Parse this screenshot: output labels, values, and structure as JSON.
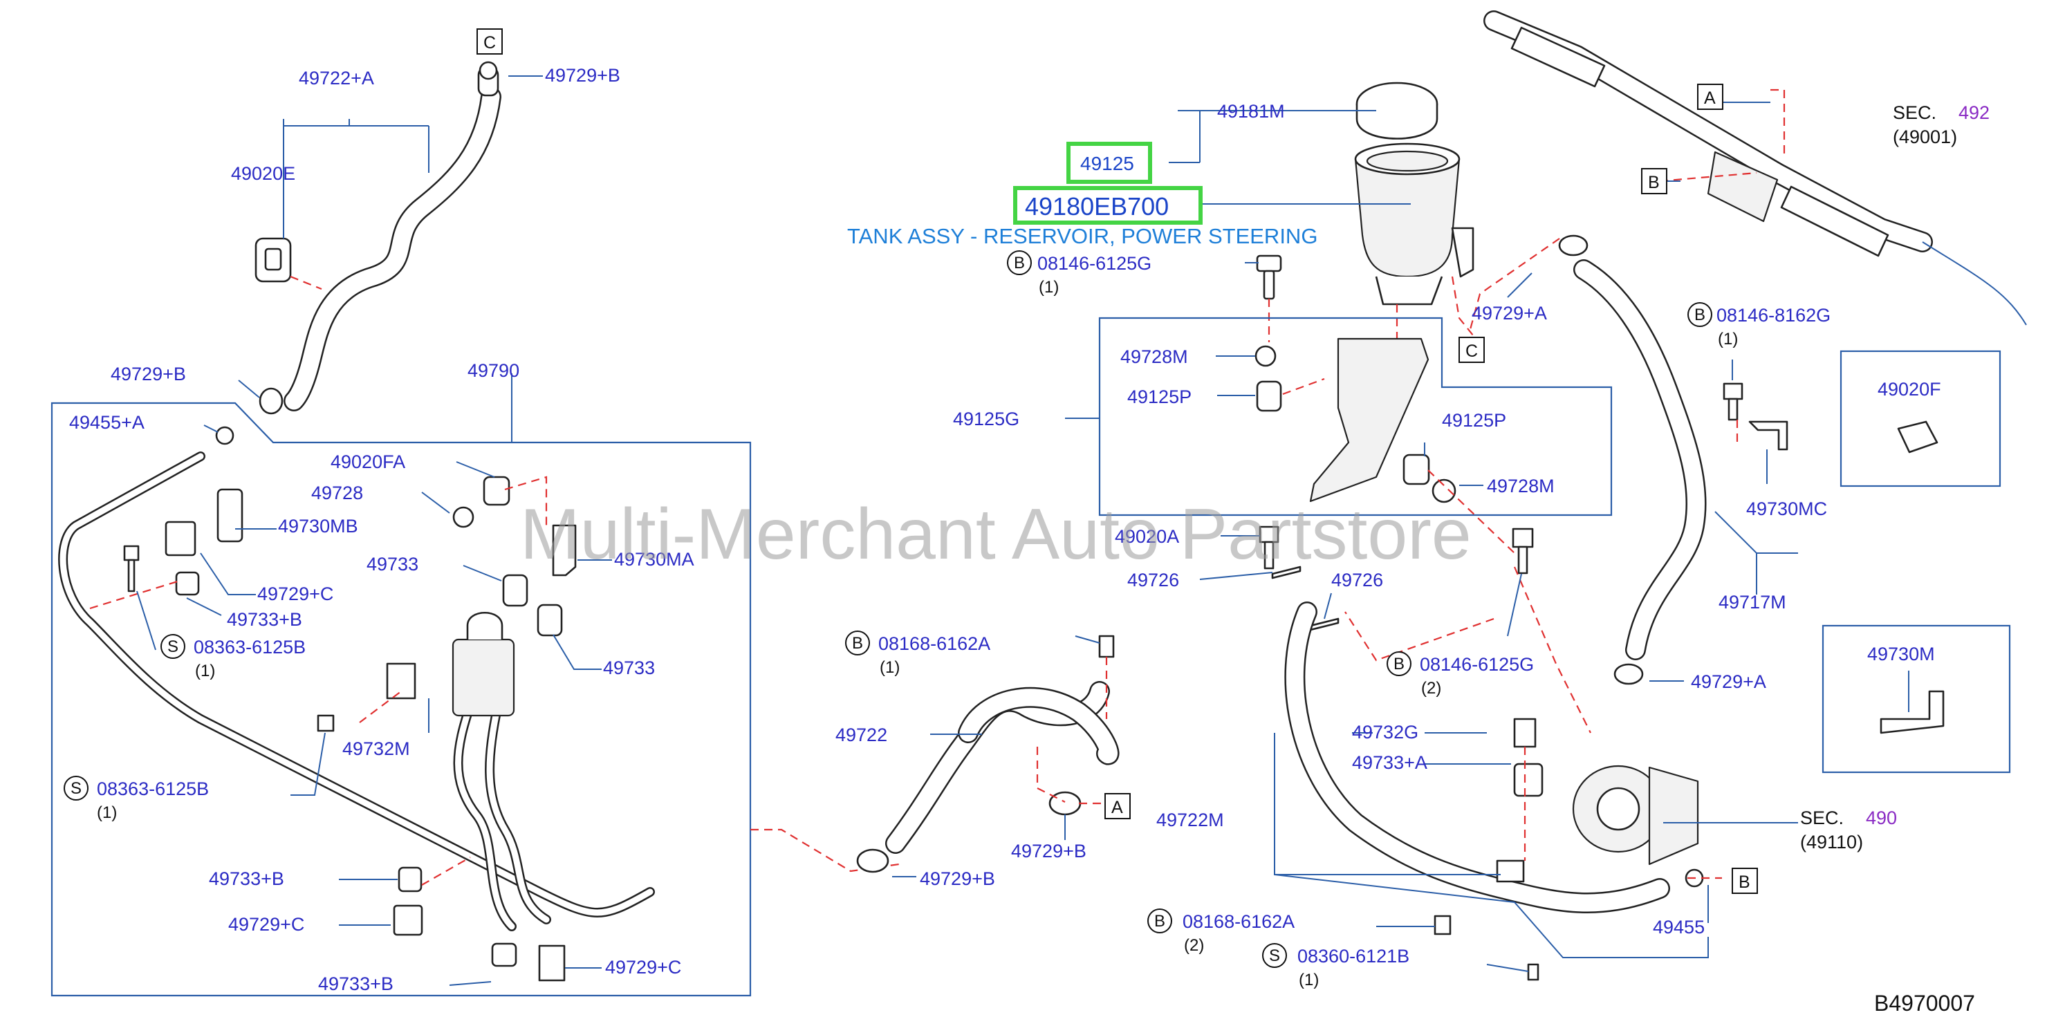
{
  "watermark": "Multi-Merchant Auto Partstore",
  "diagram_code": "B4970007",
  "highlight": {
    "part_number": "49180EB700",
    "group_number": "49125",
    "description": "TANK ASSY - RESERVOIR, POWER STEERING"
  },
  "reference_boxes": [
    "A",
    "B",
    "C"
  ],
  "circle_markers": [
    "B",
    "S"
  ],
  "sections": [
    {
      "sec": "SEC.",
      "num": "492",
      "ref": "(49001)"
    },
    {
      "sec": "SEC.",
      "num": "490",
      "ref": "(49110)"
    }
  ],
  "labels": {
    "p49722A": "49722+A",
    "p49729B_top": "49729+B",
    "p49020E": "49020E",
    "p49729B_left": "49729+B",
    "p49790": "49790",
    "p49455A": "49455+A",
    "p49020FA": "49020FA",
    "p49728": "49728",
    "p49730MB": "49730MB",
    "p49733_a": "49733",
    "p49730MA": "49730MA",
    "p49729C_mid": "49729+C",
    "p49733B_mid": "49733+B",
    "p08363_1": "08363-6125B",
    "p49733_b": "49733",
    "p49732M": "49732M",
    "p08363_2": "08363-6125B",
    "p49733B_low": "49733+B",
    "p49729C_low": "49729+C",
    "p49733B_bottom": "49733+B",
    "p49729C_bottom": "49729+C",
    "p49181M": "49181M",
    "p08146_6125G_top": "08146-6125G",
    "p49729A_top": "49729+A",
    "p49728M_a": "49728M",
    "p49125P_a": "49125P",
    "p49125G": "49125G",
    "p49125P_b": "49125P",
    "p49728M_b": "49728M",
    "p49020A": "49020A",
    "p49726_a": "49726",
    "p49726_b": "49726",
    "p08146_6125G_mid": "08146-6125G",
    "p08168_6162A_top": "08168-6162A",
    "p49722": "49722",
    "p49729B_mid": "49729+B",
    "p49729B_low": "49729+B",
    "p49732G": "49732G",
    "p49733A": "49733+A",
    "p49722M": "49722M",
    "p08168_6162A_low": "08168-6162A",
    "p08360_6121B": "08360-6121B",
    "p49455": "49455",
    "p08146_8162G": "08146-8162G",
    "p49020F": "49020F",
    "p49730MC": "49730MC",
    "p49717M": "49717M",
    "p49729A_right": "49729+A",
    "p49730M": "49730M"
  },
  "quantities": {
    "q1": "(1)",
    "q2": "(2)"
  }
}
